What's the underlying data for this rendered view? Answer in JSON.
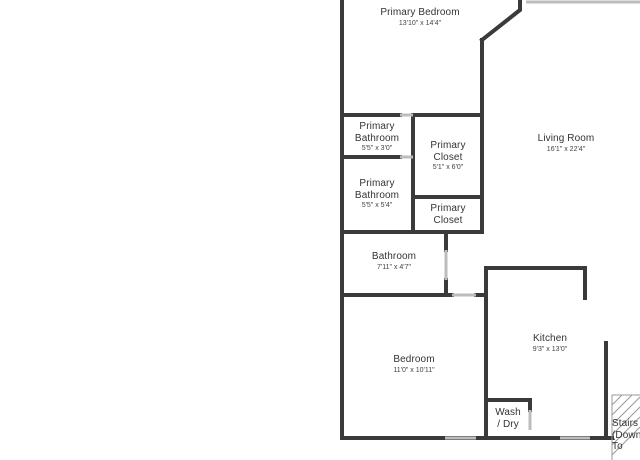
{
  "floorplan": {
    "rooms": [
      {
        "id": "primary-bedroom",
        "name": "Primary Bedroom",
        "dims": "13'10\" x 14'4\""
      },
      {
        "id": "living-room",
        "name": "Living Room",
        "dims": "16'1\" x 22'4\""
      },
      {
        "id": "primary-bath-1",
        "name_lines": [
          "Primary",
          "Bathroom"
        ],
        "dims": "5'5\" x 3'0\""
      },
      {
        "id": "primary-closet-1",
        "name_lines": [
          "Primary",
          "Closet"
        ],
        "dims": "5'1\" x 6'0\""
      },
      {
        "id": "primary-bath-2",
        "name_lines": [
          "Primary",
          "Bathroom"
        ],
        "dims": "5'5\" x 5'4\""
      },
      {
        "id": "primary-closet-2",
        "name_lines": [
          "Primary",
          "Closet"
        ]
      },
      {
        "id": "bathroom",
        "name": "Bathroom",
        "dims": "7'11\" x 4'7\""
      },
      {
        "id": "kitchen",
        "name": "Kitchen",
        "dims": "9'3\" x 13'0\""
      },
      {
        "id": "bedroom",
        "name": "Bedroom",
        "dims": "11'0\" x 10'11\""
      },
      {
        "id": "wash-dry",
        "name_lines": [
          "Wash",
          "/ Dry"
        ]
      },
      {
        "id": "stairs",
        "name_lines": [
          "Stairs",
          "(Down",
          "To"
        ]
      }
    ],
    "colors": {
      "wall": "#3a3a3a",
      "window": "#bdbdbd",
      "stairs_hatch": "#9a9a9a"
    }
  }
}
